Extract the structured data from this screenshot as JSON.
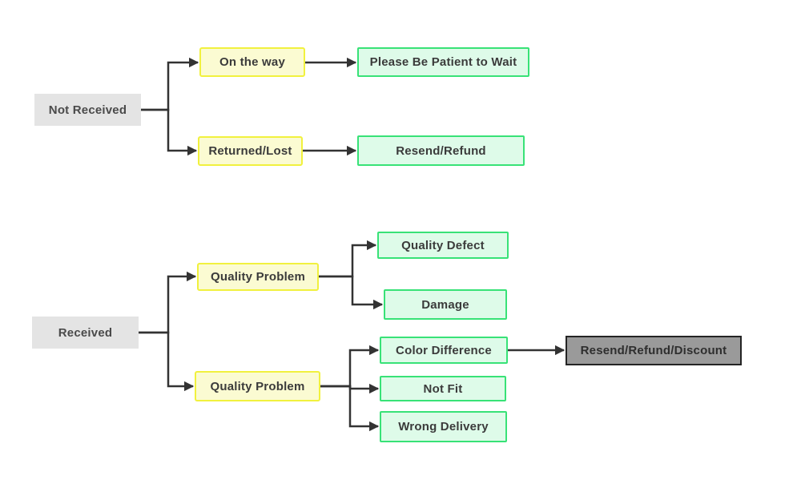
{
  "diagram": {
    "nodes": {
      "not_received": "Not Received",
      "on_the_way": "On the way",
      "please_wait": "Please Be Patient to Wait",
      "returned_lost": "Returned/Lost",
      "resend_refund": "Resend/Refund",
      "received": "Received",
      "quality_problem_1": "Quality Problem",
      "quality_defect": "Quality Defect",
      "damage": "Damage",
      "quality_problem_2": "Quality Problem",
      "color_difference": "Color Difference",
      "not_fit": "Not Fit",
      "wrong_delivery": "Wrong Delivery",
      "resend_refund_discount": "Resend/Refund/Discount"
    },
    "colors": {
      "root_fill": "#e4e4e4",
      "root_text": "#4a4a4a",
      "branch_fill": "#fbfbd2",
      "branch_border": "#f1f13e",
      "leaf_fill": "#defbe9",
      "leaf_border": "#38e277",
      "outcome_fill": "#9a9a9a",
      "outcome_border": "#242424",
      "outcome_text": "#2e2e2e",
      "connector": "#333333",
      "text": "#3b3b3b"
    }
  }
}
